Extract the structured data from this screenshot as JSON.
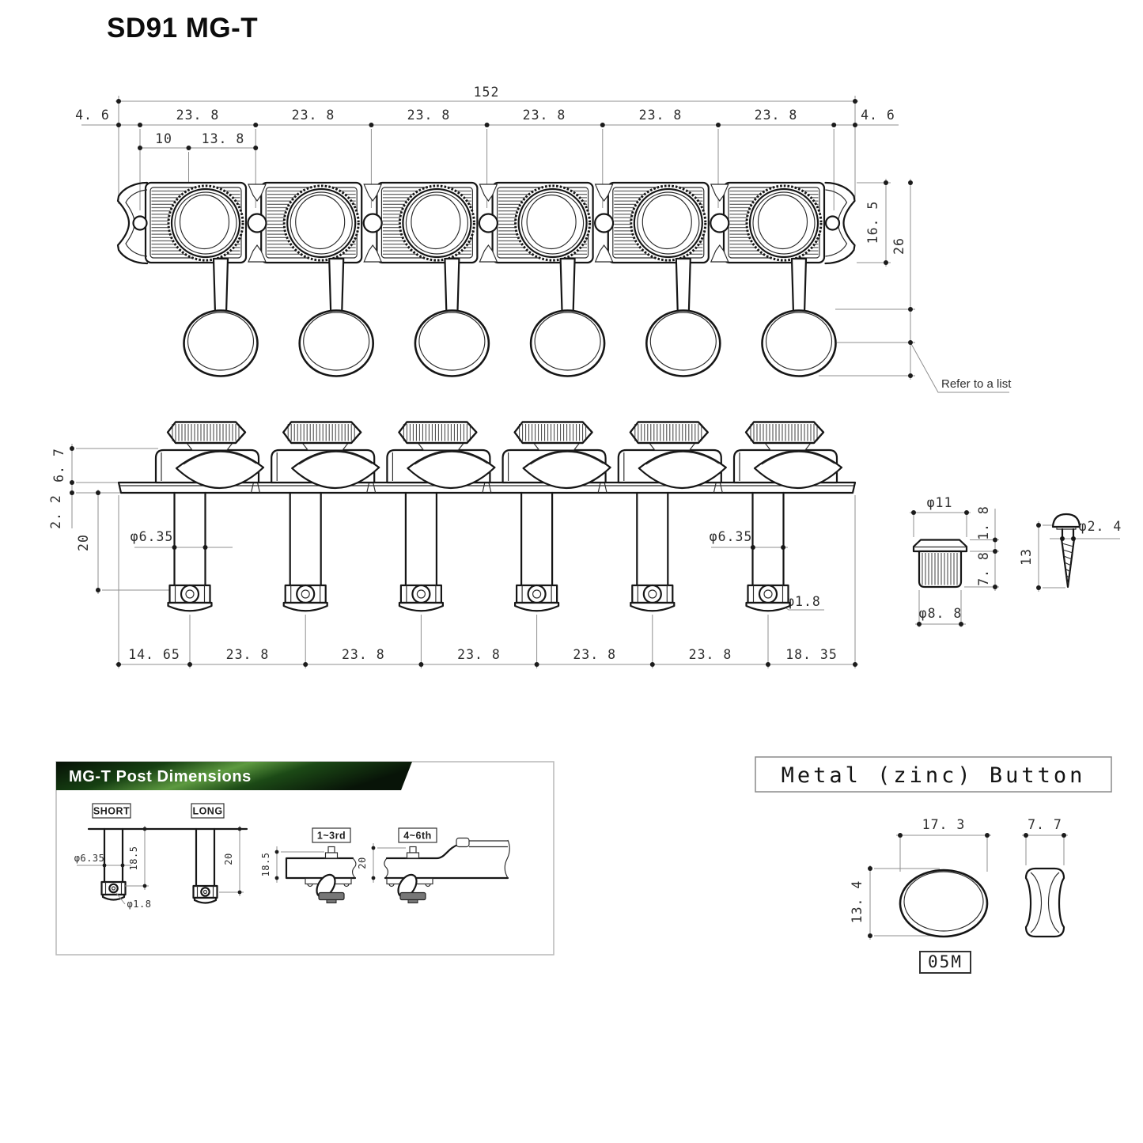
{
  "header": {
    "title": "SD91 MG-T"
  },
  "top_view": {
    "overall": "152",
    "margin_l": "4. 6",
    "margin_r": "4. 6",
    "pitches": [
      "23. 8",
      "23. 8",
      "23. 8",
      "23. 8",
      "23. 8",
      "23. 8"
    ],
    "sub10": "10",
    "sub138": "13. 8",
    "h165": "16. 5",
    "h26": "26",
    "note": "Refer to a list"
  },
  "side_view": {
    "d67": "6. 7",
    "d22": "2. 2",
    "d20": "20",
    "post_dia1": "φ6.35",
    "post_dia6": "φ6.35",
    "hole": "φ1.8",
    "bottom": [
      "14. 65",
      "23. 8",
      "23. 8",
      "23. 8",
      "23. 8",
      "23. 8",
      "18. 35"
    ]
  },
  "bushing": {
    "dia_top": "φ11",
    "h_flange": "1. 8",
    "h_body": "7. 8",
    "dia_body": "φ8. 8"
  },
  "screw": {
    "dia": "φ2. 4",
    "len": "13"
  },
  "panel": {
    "header": "MG-T  Post Dimensions",
    "short": "SHORT",
    "long": "LONG",
    "p_dia": "φ6.35",
    "p_short": "18.5",
    "p_hole": "φ1.8",
    "p_long": "20",
    "r13": "1~3rd",
    "r46": "4~6th",
    "t13": "18.5",
    "t46": "20"
  },
  "btn": {
    "header": "Metal (zinc) Button",
    "w": "17. 3",
    "sw": "7. 7",
    "h": "13. 4",
    "code": "05M"
  },
  "colors": {
    "line": "#161616",
    "dim": "#8f8f8f",
    "banner_green": "#2e6b22"
  }
}
